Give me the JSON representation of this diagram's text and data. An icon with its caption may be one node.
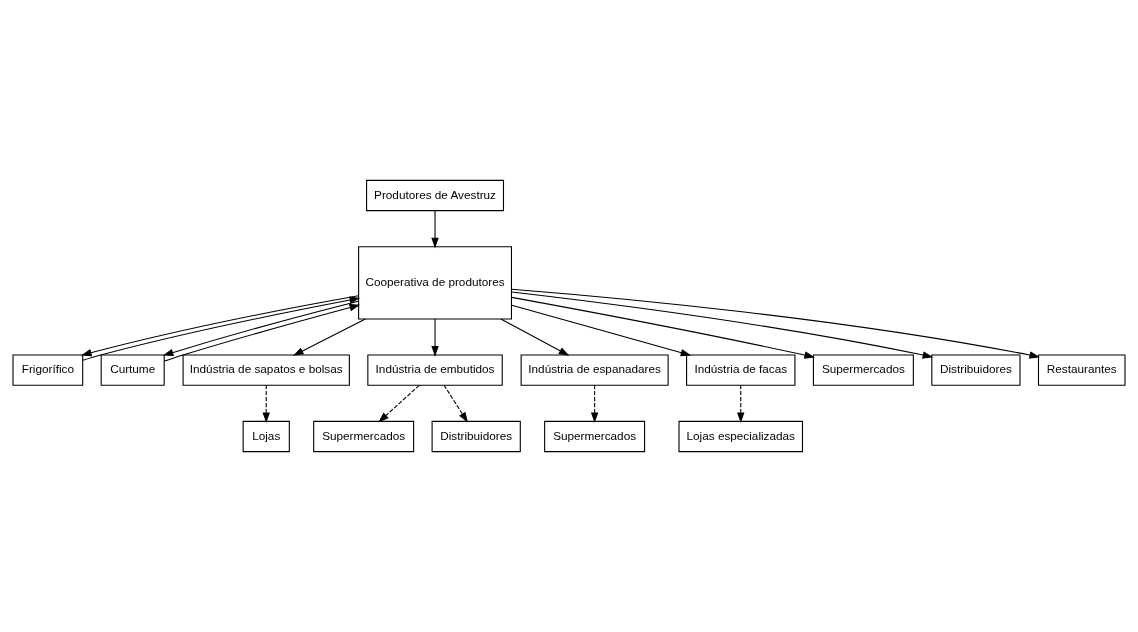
{
  "diagram": {
    "nodes": [
      {
        "text": [
          "Produtores de Avestruz"
        ]
      },
      {
        "text": [
          "Cooperativa de produtores"
        ]
      },
      {
        "text": [
          "Frigorífico"
        ]
      },
      {
        "text": [
          "Curtume"
        ]
      },
      {
        "text": [
          "Indústria de sapatos e bolsas"
        ]
      },
      {
        "text": [
          "Indústria de embutidos"
        ]
      },
      {
        "text": [
          "Indústria de espanadares"
        ]
      },
      {
        "text": [
          "Indústria de facas"
        ]
      },
      {
        "text": [
          "Supermercados"
        ]
      },
      {
        "text": [
          "Distribuidores"
        ]
      },
      {
        "text": [
          "Restaurantes"
        ]
      },
      {
        "text": [
          "Lojas"
        ]
      },
      {
        "text": [
          "Supermercados"
        ]
      },
      {
        "text": [
          "Distribuidores"
        ]
      },
      {
        "text": [
          "Supermercados"
        ]
      },
      {
        "text": [
          "Lojas especializadas"
        ]
      }
    ],
    "edges": [
      {
        "from": 0,
        "to": 1,
        "arrow": "to"
      },
      {
        "from": 1,
        "to": 2,
        "arrow": "to"
      },
      {
        "from": 2,
        "to": 1,
        "arrow": "to"
      },
      {
        "from": 1,
        "to": 3,
        "arrow": "to"
      },
      {
        "from": 3,
        "to": 1,
        "arrow": "to"
      },
      {
        "from": 1,
        "to": 4,
        "arrow": "to"
      },
      {
        "from": 1,
        "to": 5,
        "arrow": "to"
      },
      {
        "from": 1,
        "to": 6,
        "arrow": "to"
      },
      {
        "from": 1,
        "to": 7,
        "arrow": "to"
      },
      {
        "from": 1,
        "to": 8,
        "arrow": "to"
      },
      {
        "from": 1,
        "to": 9,
        "arrow": "to"
      },
      {
        "from": 1,
        "to": 10,
        "arrow": "to"
      },
      {
        "from": 4,
        "to": 11,
        "arrow": "to",
        "style": "dashed"
      },
      {
        "from": 5,
        "to": 12,
        "arrow": "to",
        "style": "dashed"
      },
      {
        "from": 5,
        "to": 13,
        "arrow": "to",
        "style": "dashed"
      },
      {
        "from": 6,
        "to": 14,
        "arrow": "to",
        "style": "dashed"
      },
      {
        "from": 7,
        "to": 15,
        "arrow": "to",
        "style": "dashed"
      }
    ]
  }
}
